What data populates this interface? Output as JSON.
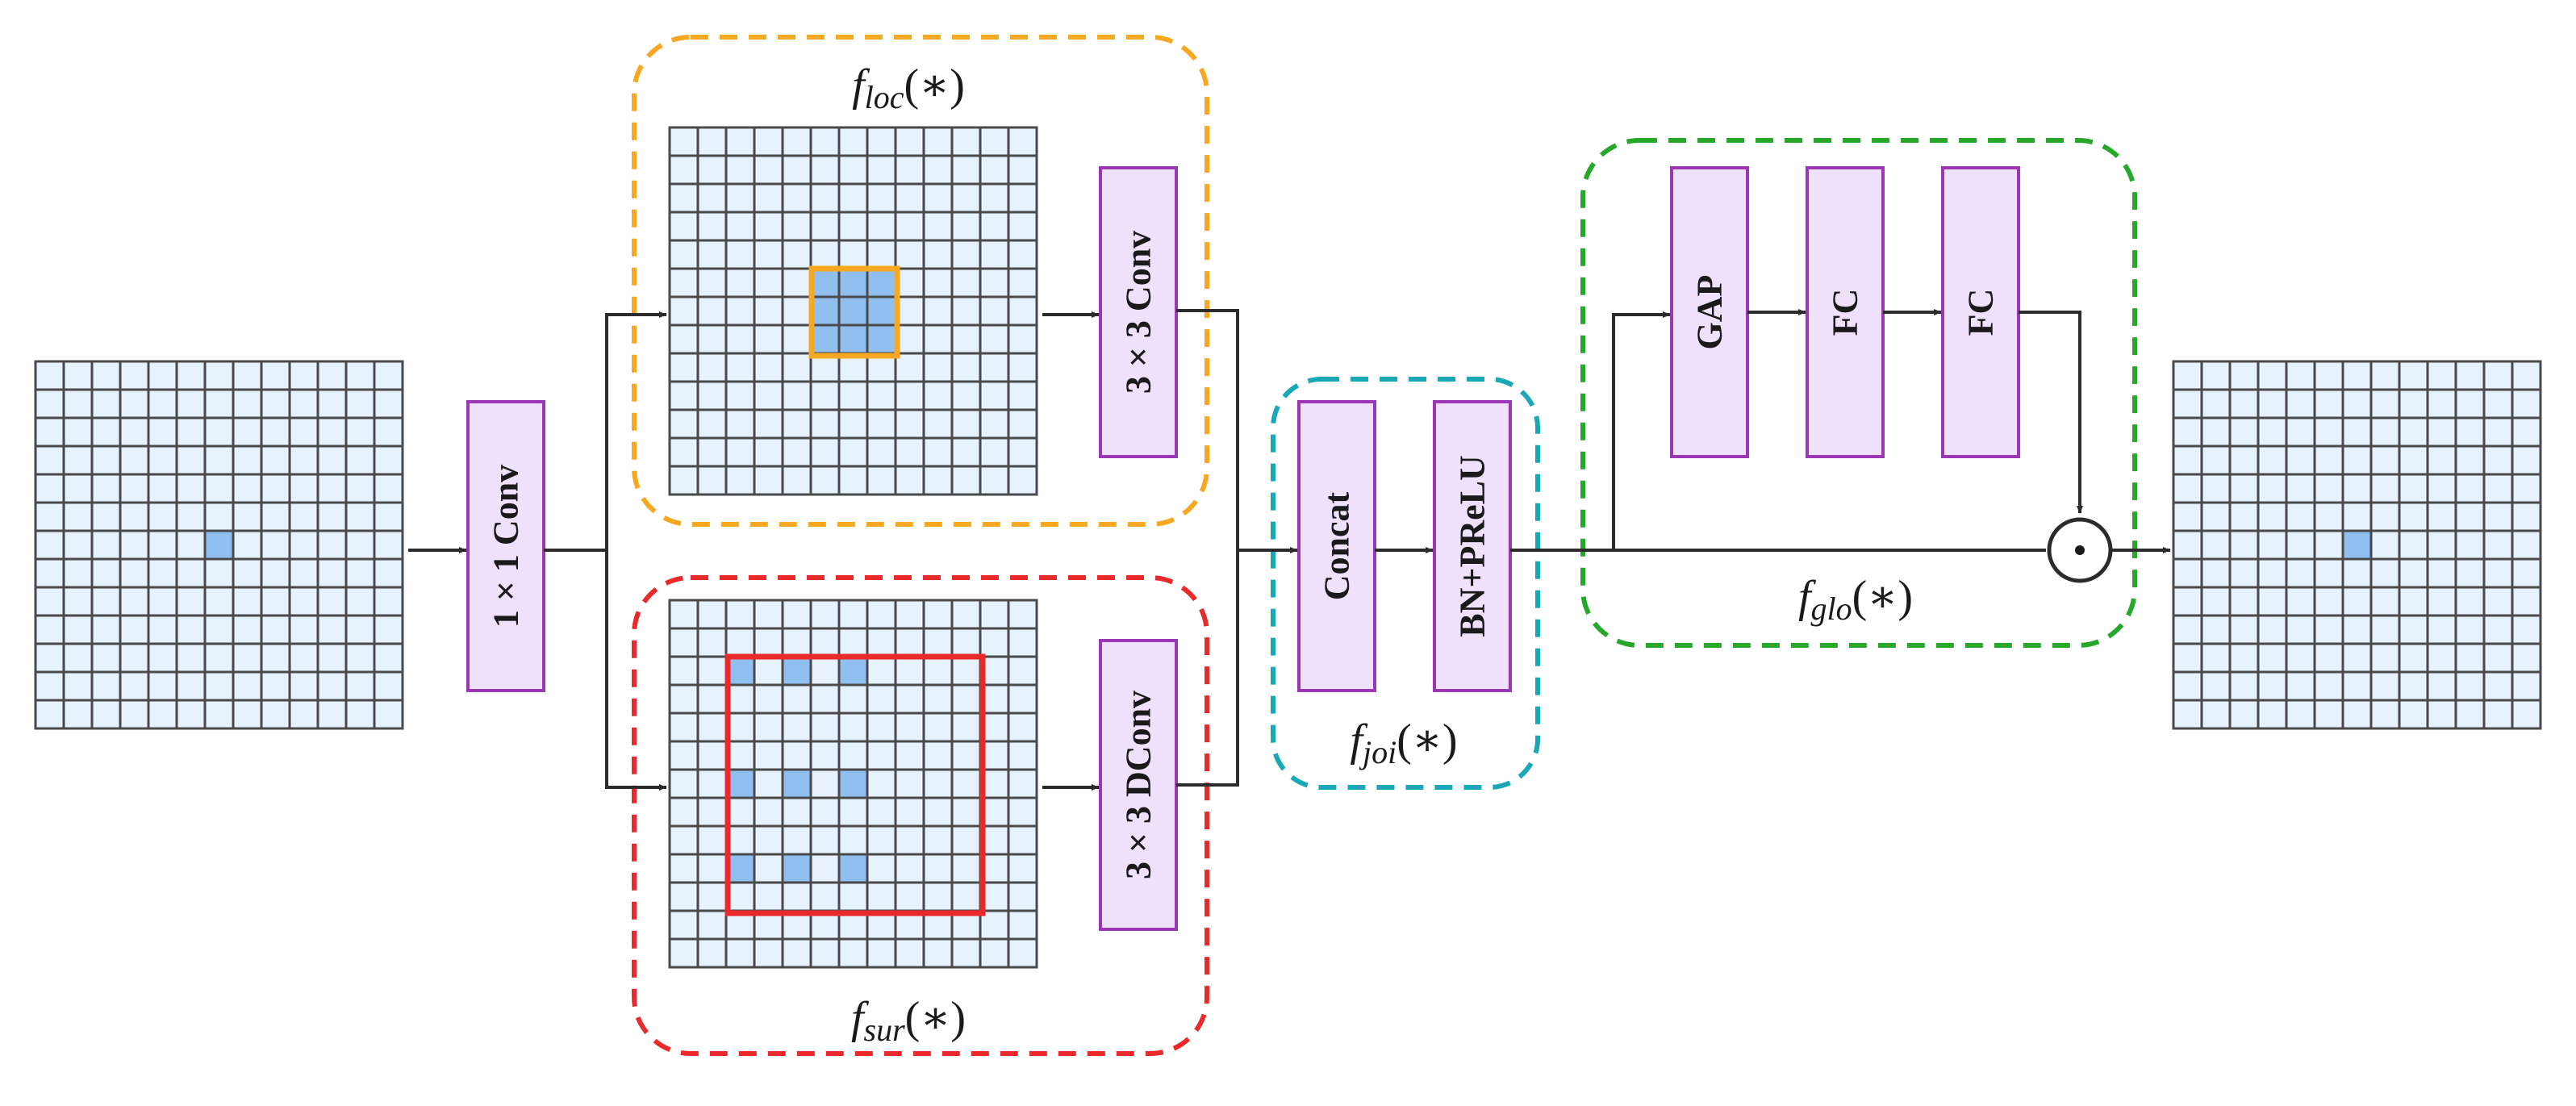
{
  "colors": {
    "cell_fill": "#e6f2fd",
    "cell_highlight": "#90bff0",
    "grid_line": "#4a4a4a",
    "op_box_fill": "#efe0fb",
    "op_box_stroke": "#9b36b5",
    "loc_border": "#f7a823",
    "sur_border": "#ea2a2a",
    "joi_border": "#1aa7b8",
    "glo_border": "#27a82b",
    "receptive_loc": "#f7a823",
    "receptive_sur": "#ea2a2a",
    "arrow": "#2b2b2b"
  },
  "ops": {
    "conv1x1": "1 × 1 Conv",
    "conv3x3": "3 × 3 Conv",
    "dconv3x3": "3 × 3 DConv",
    "concat": "Concat",
    "bn_prelu": "BN+PReLU",
    "gap": "GAP",
    "fc1": "FC",
    "fc2": "FC"
  },
  "modules": {
    "loc": {
      "f": "f",
      "sub": "loc",
      "rest": "(∗)"
    },
    "sur": {
      "f": "f",
      "sub": "sur",
      "rest": "(∗)"
    },
    "joi": {
      "f": "f",
      "sub": "joi",
      "rest": "(∗)"
    },
    "glo": {
      "f": "f",
      "sub": "glo",
      "rest": "(∗)"
    }
  },
  "multiply_symbol": "⊙",
  "icons": {
    "multiply": "elementwise-multiply-icon",
    "arrow": "arrow-right-icon"
  }
}
